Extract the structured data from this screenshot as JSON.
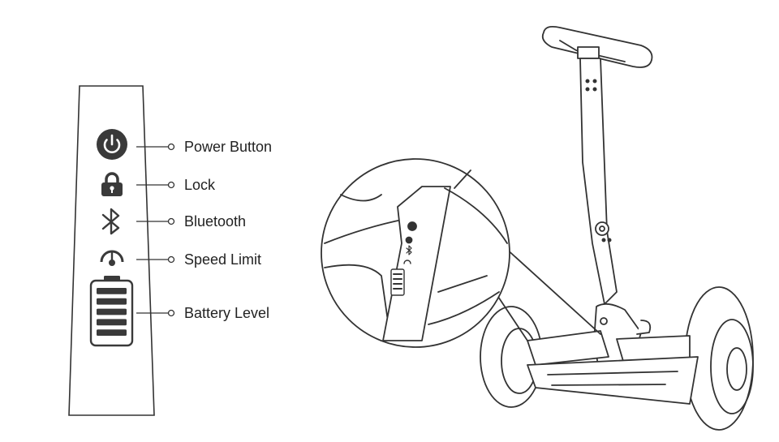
{
  "panel": {
    "callouts": [
      {
        "label": "Power Button",
        "icon": "power-icon"
      },
      {
        "label": "Lock",
        "icon": "lock-icon"
      },
      {
        "label": "Bluetooth",
        "icon": "bluetooth-icon"
      },
      {
        "label": "Speed Limit",
        "icon": "speedometer-icon"
      },
      {
        "label": "Battery Level",
        "icon": "battery-icon"
      }
    ],
    "battery_bars": 5
  },
  "colors": {
    "line": "#333333",
    "icon_fill": "#3a3a3a",
    "text": "#222222"
  }
}
